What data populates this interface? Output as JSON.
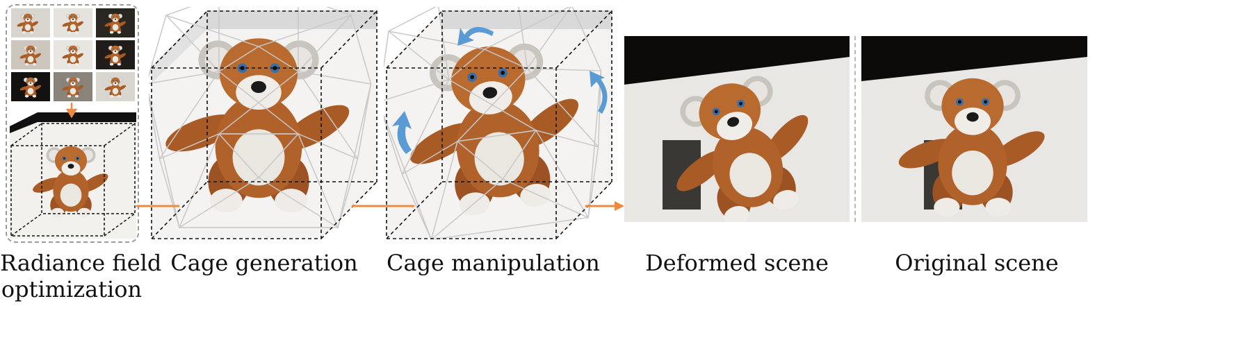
{
  "captions": {
    "radiance_line1": "Radiance field",
    "radiance_line2": "optimization",
    "cage_generation": "Cage generation",
    "cage_manipulation": "Cage manipulation",
    "deformed_scene": "Deformed scene",
    "original_scene": "Original scene"
  },
  "colors": {
    "arrow_orange": "#f0883e",
    "rotation_blue": "#5b9bd5",
    "cage_gray": "#c8c8c8",
    "dashed_border": "#9a9a9a",
    "bear_brown": "#b0622a",
    "bear_light": "#eae6e0"
  },
  "icons": {
    "input_thumbnail": "teddy-bear-photo",
    "rotation_arrow": "curved-arrow-icon",
    "pipeline_arrow": "arrow-right-icon"
  }
}
